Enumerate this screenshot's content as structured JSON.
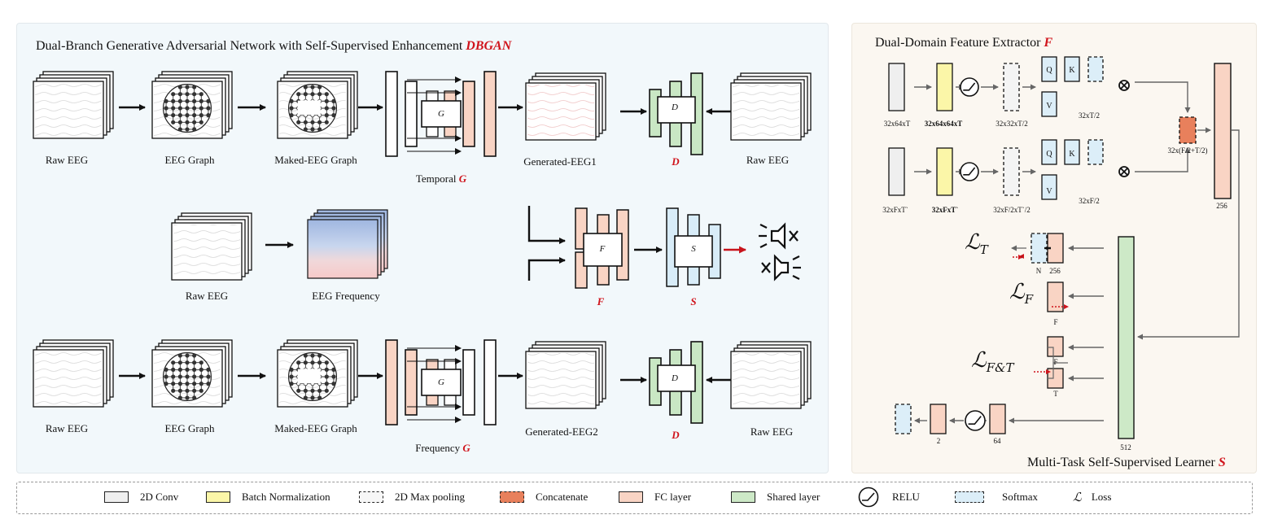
{
  "dbgan": {
    "title": "Dual-Branch Generative Adversarial Network with Self-Supervised Enhancement ",
    "title_abbrev": "DBGAN",
    "row1": {
      "raw_eeg": "Raw EEG",
      "eeg_graph": "EEG Graph",
      "masked_graph": "Maked-EEG Graph",
      "generator_prefix": "Temporal ",
      "generator_letter": "G",
      "generated": "Generated-EEG1",
      "discriminator": "D",
      "raw_eeg_right": "Raw EEG"
    },
    "row2": {
      "raw_eeg": "Raw EEG",
      "eeg_frequency": "EEG Frequency",
      "feature_extractor": "F",
      "learner": "S"
    },
    "row3": {
      "raw_eeg": "Raw EEG",
      "eeg_graph": "EEG Graph",
      "masked_graph": "Maked-EEG Graph",
      "generator_prefix": "Frequency ",
      "generator_letter": "G",
      "generated": "Generated-EEG2",
      "discriminator": "D",
      "raw_eeg_right": "Raw EEG"
    },
    "block_letters": {
      "g": "G",
      "d": "D",
      "f": "F",
      "s": "S"
    }
  },
  "extractor": {
    "title": "Dual-Domain Feature Extractor ",
    "title_abbrev": "F",
    "top": {
      "input_dim": "32x64xT",
      "bn_dim": "32x64x64xT",
      "pool_dim": "32x32xT/2",
      "attn_dim": "32xT/2"
    },
    "bottom": {
      "input_dim": "32xFxT`",
      "bn_dim": "32xFxT`",
      "pool_dim": "32xF/2xT`/2",
      "attn_dim": "32xF/2"
    },
    "qkv": {
      "q": "Q",
      "k": "K",
      "v": "V"
    },
    "concat_dim": "32x(F/2+T/2)",
    "fc_dim": "256"
  },
  "learner": {
    "title": "Multi-Task Self-Supervised Learner ",
    "title_abbrev": "S",
    "shared_dim": "512",
    "t_branch": {
      "fc_dim": "256",
      "out_dim": "N"
    },
    "f_branch": {
      "out_dim": "F"
    },
    "ft_branch": {
      "f_dim": "F",
      "t_dim": "T"
    },
    "bottom_branch": {
      "fc_dim": "64",
      "out_dim": "2"
    },
    "loss_symbol": "ℒ",
    "loss_t": "T",
    "loss_f": "F",
    "loss_ft": "F&T"
  },
  "legend": {
    "items": [
      {
        "key": "conv",
        "label": "2D Conv"
      },
      {
        "key": "bn",
        "label": "Batch Normalization"
      },
      {
        "key": "maxpool",
        "label": "2D Max pooling"
      },
      {
        "key": "concat",
        "label": "Concatenate"
      },
      {
        "key": "fc",
        "label": "FC layer"
      },
      {
        "key": "shared",
        "label": "Shared layer"
      },
      {
        "key": "relu",
        "label": "RELU"
      },
      {
        "key": "softmax",
        "label": "Softmax"
      },
      {
        "key": "loss",
        "label": "Loss"
      }
    ],
    "loss_symbol": "ℒ"
  },
  "colors": {
    "conv": "#efefef",
    "bn": "#fbf6a8",
    "concat": "#e8805c",
    "fc": "#f9d4c4",
    "shared": "#cde9c7",
    "softmax": "#dceef8",
    "discriminator": "#c9e7c4",
    "learner_block": "#d8ecf8",
    "accent_red": "#d0141c"
  }
}
